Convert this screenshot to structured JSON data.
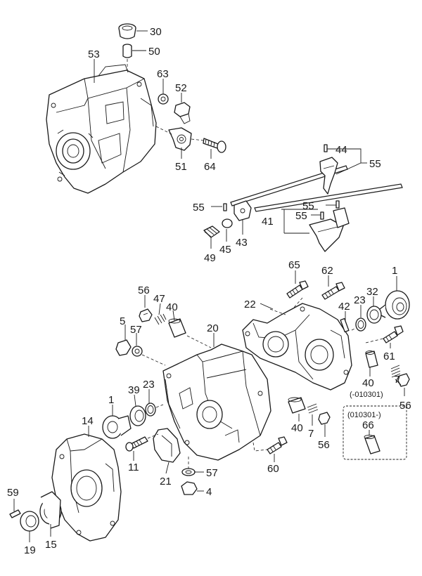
{
  "labels": {
    "p1a": "1",
    "p1b": "1",
    "p4": "4",
    "p5": "5",
    "p7a": "7",
    "p7b": "7",
    "p11": "11",
    "p14": "14",
    "p15": "15",
    "p19": "19",
    "p20": "20",
    "p21": "21",
    "p22": "22",
    "p23a": "23",
    "p23b": "23",
    "p30": "30",
    "p32": "32",
    "p39": "39",
    "p40a": "40",
    "p40b": "40",
    "p40c": "40",
    "p41": "41",
    "p42": "42",
    "p43": "43",
    "p44": "44",
    "p45": "45",
    "p47": "47",
    "p49": "49",
    "p50": "50",
    "p51": "51",
    "p52": "52",
    "p53": "53",
    "p55a": "55",
    "p55b": "55",
    "p55c": "55",
    "p55d": "55",
    "p56a": "56",
    "p56b": "56",
    "p56c": "56",
    "p57a": "57",
    "p57b": "57",
    "p59": "59",
    "p60": "60",
    "p61": "61",
    "p62": "62",
    "p63": "63",
    "p64": "64",
    "p65": "65",
    "p66": "66"
  },
  "notes": {
    "serial_before": "(-010301)",
    "serial_after": "(010301-)"
  }
}
